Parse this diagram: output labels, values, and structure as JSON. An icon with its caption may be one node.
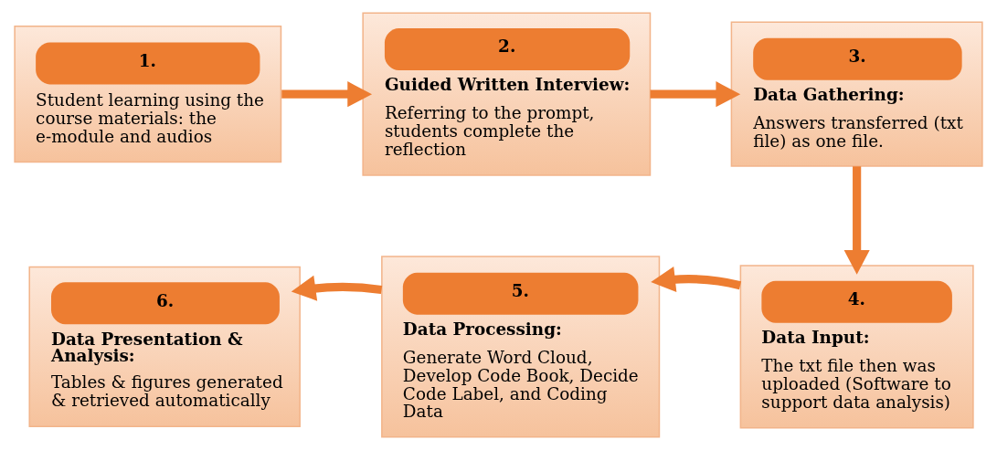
{
  "diagram": {
    "nodes": [
      {
        "text": [
          "1.",
          "Student learning using the course materials: the e-module and audios"
        ]
      },
      {
        "text": [
          "2.",
          "Guided Written Interview:",
          "Referring to the prompt, students complete the reflection"
        ]
      },
      {
        "text": [
          "3.",
          "Data Gathering:",
          "Answers transferred (txt file) as one file."
        ]
      },
      {
        "text": [
          "4.",
          "Data Input:",
          "The txt file then was uploaded (Software to support data analysis)"
        ]
      },
      {
        "text": [
          "5.",
          "Data Processing:",
          "Generate Word Cloud, Develop Code Book, Decide Code Label, and Coding Data"
        ]
      },
      {
        "text": [
          "6.",
          "Data Presentation & Analysis:",
          "Tables & figures generated & retrieved automatically"
        ]
      }
    ],
    "edges": [
      {
        "from": 0,
        "to": 1,
        "arrow": "to"
      },
      {
        "from": 1,
        "to": 2,
        "arrow": "to"
      },
      {
        "from": 2,
        "to": 3,
        "arrow": "to"
      },
      {
        "from": 3,
        "to": 4,
        "arrow": "to"
      },
      {
        "from": 4,
        "to": 5,
        "arrow": "to"
      }
    ]
  }
}
